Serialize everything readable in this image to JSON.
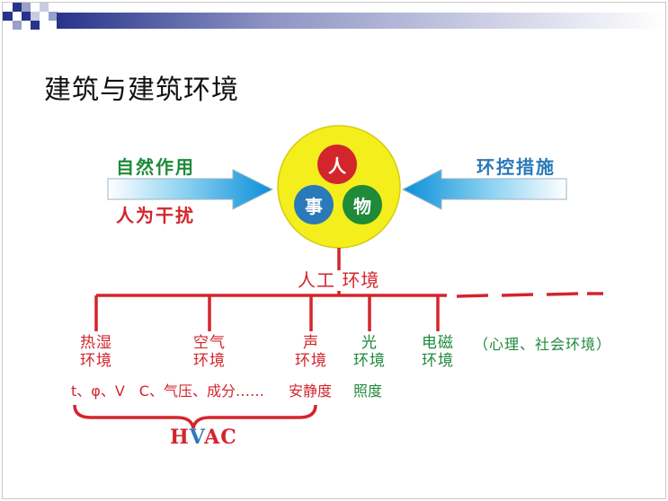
{
  "title": "建筑与建筑环境",
  "colors": {
    "red": "#d3252c",
    "green": "#1e8a3a",
    "blue": "#2a79b8",
    "yellow": "#f3ee1c",
    "corner_blue": "#27348b"
  },
  "left_arrow": {
    "top_label": "自然作用",
    "bottom_label": "人为干扰"
  },
  "right_arrow": {
    "label": "环控措施"
  },
  "center_circles": {
    "top": "人",
    "left": "事",
    "right": "物"
  },
  "trunk_label": "人工 环境",
  "branches": [
    {
      "line1": "热湿",
      "line2": "环境",
      "color": "red"
    },
    {
      "line1": "空气",
      "line2": "环境",
      "color": "red"
    },
    {
      "line1": "声",
      "line2": "环境",
      "color": "red"
    },
    {
      "line1": "光",
      "line2": "环境",
      "color": "green"
    },
    {
      "line1": "电磁",
      "line2": "环境",
      "color": "green"
    }
  ],
  "extra_note": "（心理、社会环境）",
  "params": {
    "thermal_air": "t、φ、V　C、气压、成分……",
    "sound": "安静度",
    "light": "照度"
  },
  "hvac": {
    "h": "H",
    "v": "V",
    "ac": "AC"
  }
}
